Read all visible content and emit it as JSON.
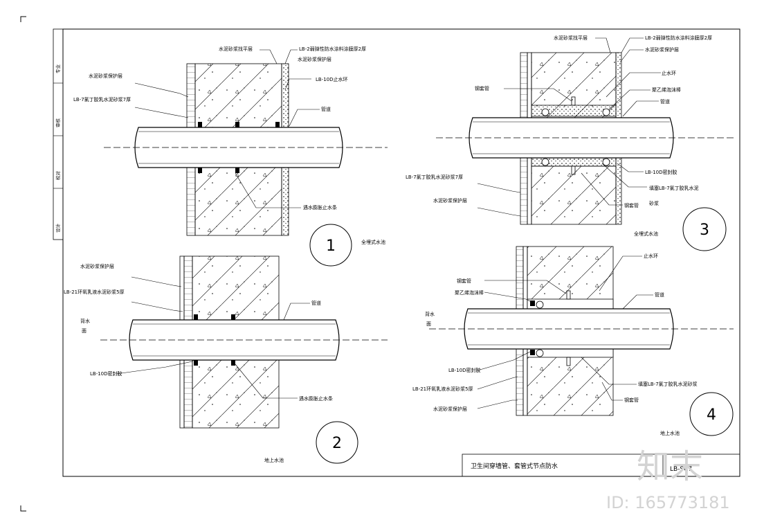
{
  "sheet": {
    "title": "卫生间穿墙管、套管式节点防水",
    "drawing_no": "LB-SC7"
  },
  "sidebar": {
    "labels": [
      "专业",
      "审核",
      "校对",
      "设计"
    ]
  },
  "details": [
    {
      "number": "1",
      "caption": "全埋式水池",
      "labels": {
        "top_mortar": "水泥砂浆找平层",
        "lb2": "LB-2弱弹性防水涂料涂膜厚2厚",
        "lb10d": "LB-10D止水环",
        "outer_protect": "水泥砂浆保护层",
        "lb7": "LB-7氯丁胶乳水泥砂浆7厚",
        "water_side": "水泥砂浆保护层",
        "pipe": "管道",
        "stop_ring": "遇水膨胀止水条"
      }
    },
    {
      "number": "2",
      "caption": "地上水池",
      "labels": {
        "outer_protect": "水泥砂浆保护层",
        "lb21": "LB-21环氧乳液水泥砂浆5厚",
        "pipe": "管道",
        "side_a": "背水",
        "side_b": "面",
        "lb10d": "LB-10D密封胶",
        "stop_ring": "遇水膨胀止水条"
      }
    },
    {
      "number": "3",
      "caption": "全埋式水池",
      "labels": {
        "top_mortar": "水泥砂浆找平层",
        "lb2": "LB-2弱弹性防水涂料涂膜厚2厚",
        "mortar2": "水泥砂浆保护层",
        "sleeve_ring": "止水环",
        "fill": "聚乙烯泡沫棒",
        "pipe": "管道",
        "steel_sleeve": "钢套管",
        "lb10d": "LB-10D密封胶",
        "lb7": "LB-7氯丁胶乳水泥砂浆7厚",
        "protect": "水泥砂浆保护层",
        "lb7b": "填塞LB-7氯丁胶乳水泥",
        "lb7c": "砂浆",
        "casing": "钢套管"
      }
    },
    {
      "number": "4",
      "caption": "地上水池",
      "labels": {
        "sleeve_ring": "止水环",
        "steel_sleeve": "钢套管",
        "fill": "聚乙烯泡沫棒",
        "pipe": "管道",
        "side_a": "背水",
        "side_b": "面",
        "lb10d": "LB-10D密封胶",
        "lb21": "LB-21环氧乳液水泥砂浆5厚",
        "protect": "水泥砂浆保护层",
        "lb7": "填塞LB-7氯丁胶乳水泥砂浆",
        "casing": "钢套管"
      }
    }
  ],
  "watermark": {
    "logo": "知末",
    "id": "ID: 165773181"
  }
}
